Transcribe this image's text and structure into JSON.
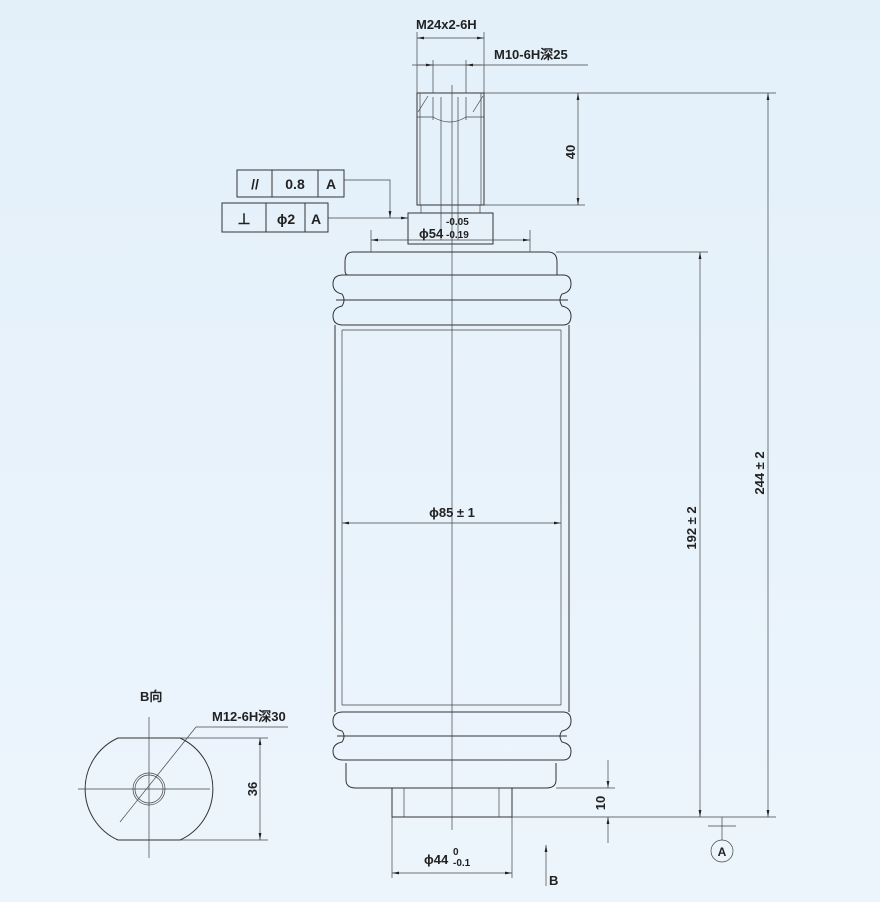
{
  "drawing": {
    "top_thread": "M24x2-6H",
    "top_hole": "M10-6H深25",
    "dim_stem_height": "40",
    "tol_parallel": {
      "symbol": "//",
      "value": "0.8",
      "datum": "A"
    },
    "tol_perpendicular": {
      "symbol": "⊥",
      "value": "ϕ2",
      "datum": "A"
    },
    "flange_dia": "ϕ54",
    "flange_tol_upper": "-0.05",
    "flange_tol_lower": "-0.19",
    "body_dia": "ϕ85 ± 1",
    "dim_192": "192 ± 2",
    "dim_244": "244 ± 2",
    "dim_10": "10",
    "bottom_dia": "ϕ44",
    "bottom_tol_upper": "0",
    "bottom_tol_lower": "-0.1",
    "view_arrow_label": "B",
    "datum_label": "A",
    "view_title": "B向",
    "bottom_hole": "M12-6H深30",
    "dim_36": "36"
  },
  "colors": {
    "background": "#e6f2fb",
    "line": "#333333"
  }
}
